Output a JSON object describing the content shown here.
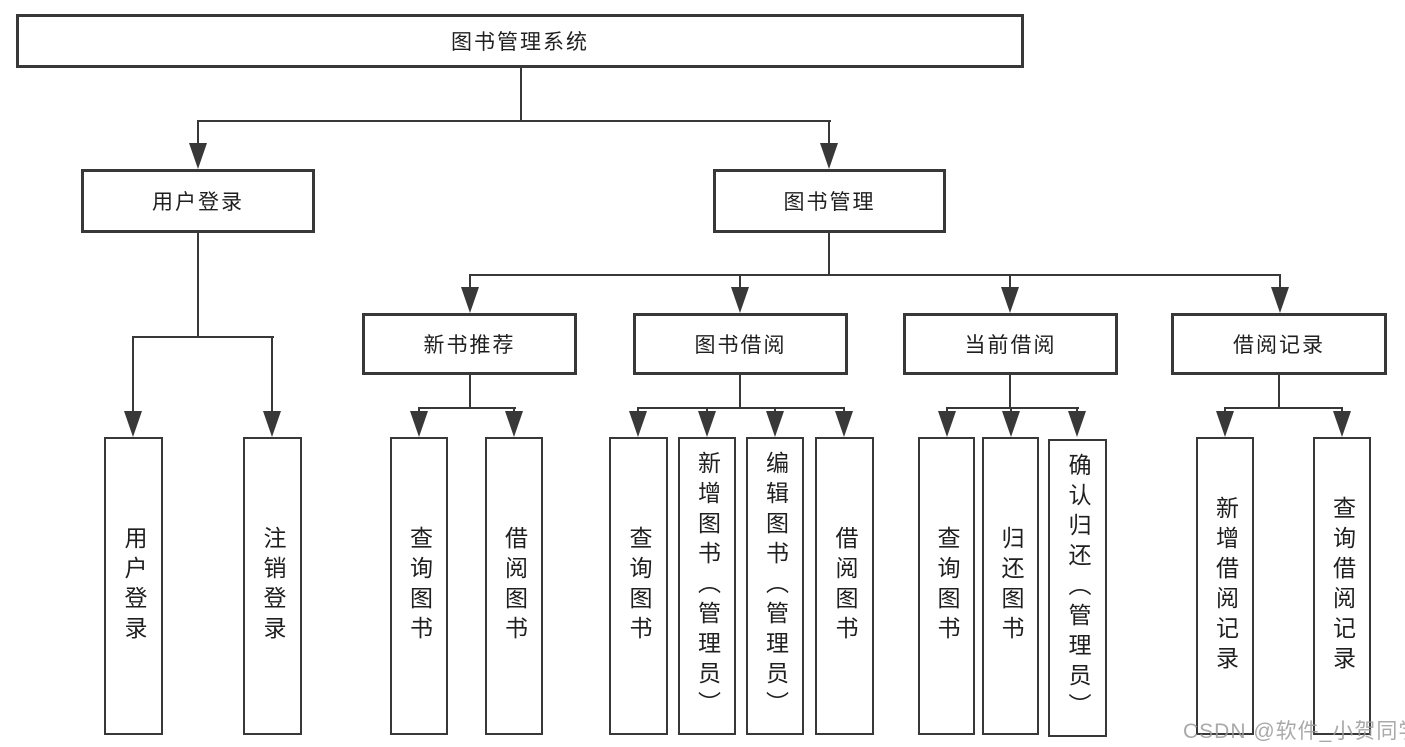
{
  "diagram": {
    "root": {
      "label": "图书管理系统"
    },
    "level2": {
      "user_login": {
        "label": "用户登录"
      },
      "book_mgmt": {
        "label": "图书管理"
      }
    },
    "level3": {
      "new_books": {
        "label": "新书推荐"
      },
      "book_borrow": {
        "label": "图书借阅"
      },
      "current_borrow": {
        "label": "当前借阅"
      },
      "borrow_records": {
        "label": "借阅记录"
      }
    },
    "leaves": {
      "user_login": [
        "用户登录",
        "注销登录"
      ],
      "new_books": [
        "查询图书",
        "借阅图书"
      ],
      "book_borrow": [
        "查询图书",
        "新增图书（管理员）",
        "编辑图书（管理员）",
        "借阅图书"
      ],
      "current_borrow": [
        "查询图书",
        "归还图书",
        "确认归还（管理员）"
      ],
      "borrow_records": [
        "新增借阅记录",
        "查询借阅记录"
      ]
    }
  },
  "colors": {
    "line": "#383838",
    "text": "#1f1f1f",
    "box_background": "#ffffff",
    "page_background": "#ffffff",
    "watermark": "#9b9b9b"
  },
  "watermark": {
    "text": "CSDN @软件_小贺同学"
  }
}
